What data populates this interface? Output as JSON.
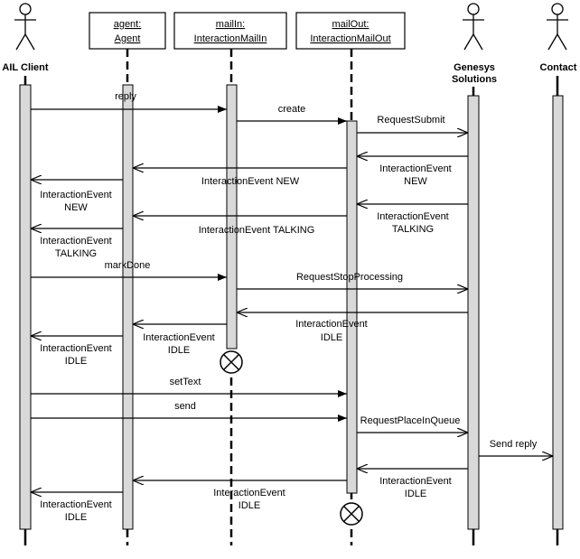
{
  "participants": [
    {
      "id": "client",
      "kind": "actor",
      "name": "AIL Client"
    },
    {
      "id": "agent",
      "kind": "object",
      "line1": "agent:",
      "line2": "Agent"
    },
    {
      "id": "mailin",
      "kind": "object",
      "line1": "mailIn:",
      "line2": "InteractionMailIn"
    },
    {
      "id": "mailout",
      "kind": "object",
      "line1": "mailOut:",
      "line2": "InteractionMailOut"
    },
    {
      "id": "genesys",
      "kind": "actor",
      "name_line1": "Genesys",
      "name_line2": "Solutions"
    },
    {
      "id": "contact",
      "kind": "actor",
      "name": "Contact"
    }
  ],
  "messages": [
    {
      "id": "reply",
      "label": "reply"
    },
    {
      "id": "create",
      "label": "create"
    },
    {
      "id": "request-submit",
      "label": "RequestSubmit"
    },
    {
      "id": "ie-new-genesys",
      "line1": "InteractionEvent",
      "line2": "NEW"
    },
    {
      "id": "ie-new-mailout",
      "label": "InteractionEvent NEW"
    },
    {
      "id": "ie-new-agent",
      "line1": "InteractionEvent",
      "line2": "NEW"
    },
    {
      "id": "ie-talking-genesys",
      "line1": "InteractionEvent",
      "line2": "TALKING"
    },
    {
      "id": "ie-talking-mailout",
      "label": "InteractionEvent TALKING"
    },
    {
      "id": "ie-talking-agent",
      "line1": "InteractionEvent",
      "line2": "TALKING"
    },
    {
      "id": "mark-done",
      "label": "markDone"
    },
    {
      "id": "request-stop",
      "label": "RequestStopProcessing"
    },
    {
      "id": "ie-idle-genesys",
      "line1": "InteractionEvent",
      "line2": "IDLE"
    },
    {
      "id": "ie-idle-mailin",
      "line1": "InteractionEvent",
      "line2": "IDLE"
    },
    {
      "id": "ie-idle-agent-1",
      "line1": "InteractionEvent",
      "line2": "IDLE"
    },
    {
      "id": "set-text",
      "label": "setText"
    },
    {
      "id": "send",
      "label": "send"
    },
    {
      "id": "request-place",
      "label": "RequestPlaceInQueue"
    },
    {
      "id": "send-reply",
      "label": "Send reply"
    },
    {
      "id": "ie-idle-genesys-2",
      "line1": "InteractionEvent",
      "line2": "IDLE"
    },
    {
      "id": "ie-idle-mailout",
      "line1": "InteractionEvent",
      "line2": "IDLE"
    },
    {
      "id": "ie-idle-agent-2",
      "line1": "InteractionEvent",
      "line2": "IDLE"
    }
  ],
  "colors": {
    "line": "#000000",
    "activation": "#d9d9d9",
    "background": "#ffffff"
  }
}
